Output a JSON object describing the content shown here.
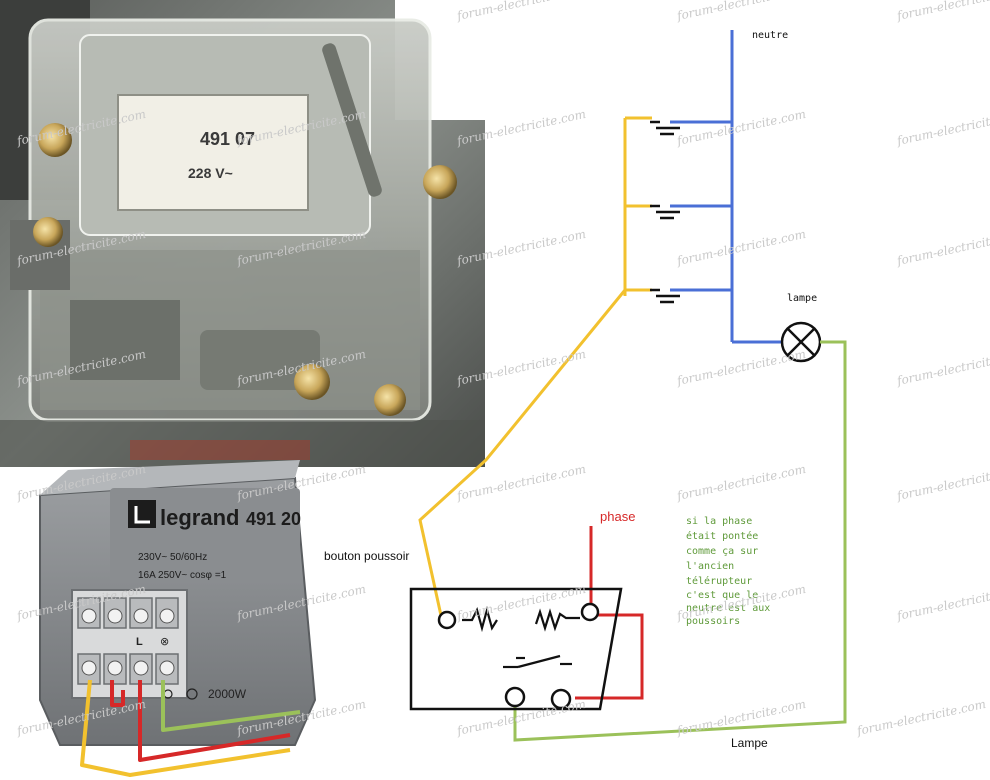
{
  "watermark": "forum-electricite.com",
  "labels": {
    "neutre": "neutre",
    "lampe_top": "lampe",
    "phase": "phase",
    "bouton_poussoir": "bouton poussoir",
    "lampe_bottom": "Lampe"
  },
  "note": {
    "lines": [
      "si la phase",
      "était pontée",
      "comme ça sur",
      "l'ancien",
      "télérupteur",
      "c'est que le",
      "neutre est aux",
      "poussoirs"
    ]
  },
  "relay_photo": {
    "ref": "491 07",
    "voltage": "228 V~"
  },
  "module_photo": {
    "brand": "legrand",
    "ref": "491 20",
    "spec1": "230V~ 50/60Hz",
    "spec2": "16A 250V~ cosφ =1",
    "power": "2000W",
    "terminal_l": "L",
    "terminal_lamp": "⊗"
  },
  "colors": {
    "neutral": "#4a6fd6",
    "push_button": "#f2c12e",
    "phase": "#d62828",
    "lamp": "#9bc15a",
    "note_text": "#5f9a3a",
    "phase_label": "#d62828"
  }
}
